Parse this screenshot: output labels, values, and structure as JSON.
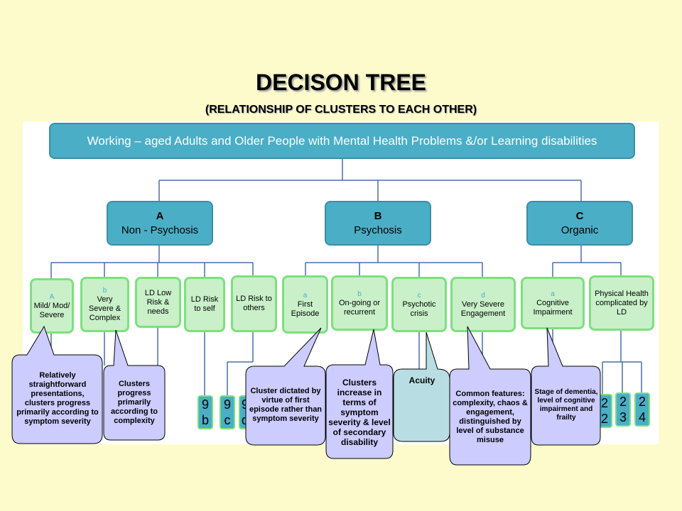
{
  "title": "DECISON TREE",
  "subtitle": "(RELATIONSHIP OF CLUSTERS TO EACH OTHER)",
  "root": "Working – aged Adults and Older People with Mental Health Problems &/or Learning disabilities",
  "categories": [
    {
      "letter": "A",
      "name": "Non - Psychosis"
    },
    {
      "letter": "B",
      "name": "Psychosis"
    },
    {
      "letter": "C",
      "name": "Organic"
    }
  ],
  "subgroups": [
    {
      "letter": "A",
      "text": "Mild/ Mod/ Severe"
    },
    {
      "letter": "b",
      "text": "Very Severe & Complex"
    },
    {
      "letter": "",
      "text": "LD Low Risk & needs"
    },
    {
      "letter": "",
      "text": "LD Risk to self"
    },
    {
      "letter": "",
      "text": "LD Risk to others"
    },
    {
      "letter": "a",
      "text": "First Episode"
    },
    {
      "letter": "b",
      "text": "On-going or recurrent"
    },
    {
      "letter": "c",
      "text": "Psychotic crisis"
    },
    {
      "letter": "d",
      "text": "Very Severe Engagement"
    },
    {
      "letter": "a",
      "text": "Cognitive Impairment"
    },
    {
      "letter": "",
      "text": "Physical Health complicated by LD"
    }
  ],
  "numbers": [
    {
      "top": "9",
      "bottom": "b"
    },
    {
      "top": "9",
      "bottom": "c"
    },
    {
      "top": "9",
      "bottom": "d"
    },
    {
      "top": "2",
      "bottom": "2"
    },
    {
      "top": "2",
      "bottom": "3"
    },
    {
      "top": "2",
      "bottom": "4"
    }
  ],
  "callouts": [
    "Relatively straightforward presentations, clusters progress primarily according to symptom severity",
    "Clusters progress primarily according to complexity",
    "Cluster dictated by virtue of first episode rather than symptom severity",
    "Clusters increase in terms of symptom severity & level of secondary disability",
    "Acuity",
    "Common features: complexity, chaos & engagement, distinguished by level of substance misuse",
    "Stage of dementia, level of cognitive impairment and frailty"
  ],
  "colors": {
    "background": "#fdfbcc",
    "box_blue": "#4aaec6",
    "box_green": "#c9f0c9",
    "green_border": "#7de07d",
    "callout_fill": "#ccccff",
    "acuity_fill": "#b8dee3"
  }
}
